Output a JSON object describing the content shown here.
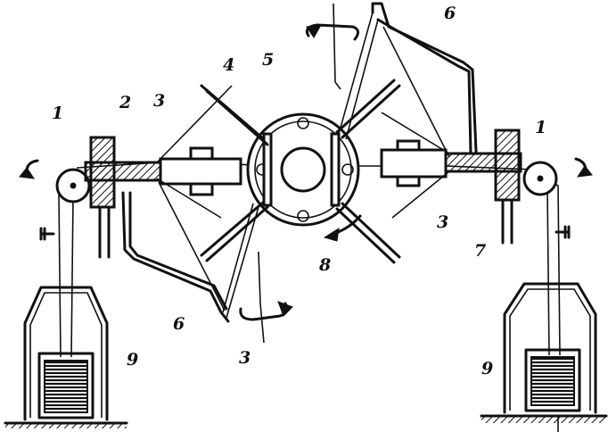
{
  "labels": {
    "l1_left": "1",
    "l2": "2",
    "l3_top": "3",
    "l4": "4",
    "l5": "5",
    "l6_top": "6",
    "l1_right": "1",
    "l3_right": "3",
    "l7": "7",
    "l8": "8",
    "l6_bottom": "6",
    "l3_bottom": "3",
    "l9_left": "9",
    "l9_right": "9"
  }
}
